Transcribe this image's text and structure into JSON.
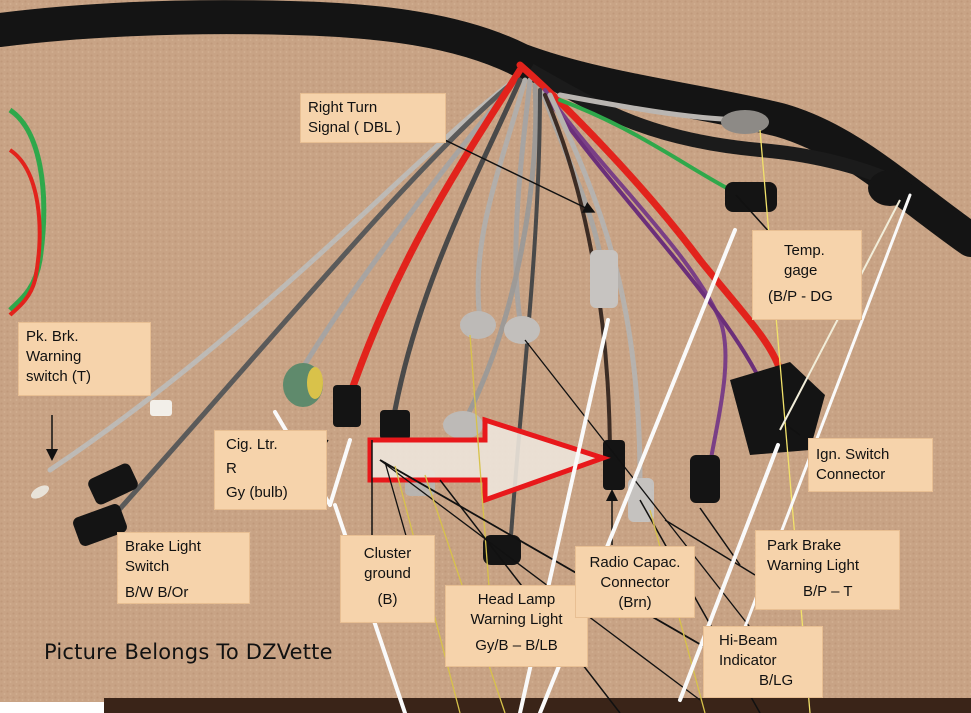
{
  "photo": {
    "subject": "wiring harness on carpet",
    "colors": {
      "carpet": "#c9a586",
      "carpet_dark": "#b28a6b",
      "harness": "#141414",
      "wire_red": "#e2231c",
      "wire_gray": "#a7a4a2",
      "wire_purple": "#7a3f86",
      "wire_green": "#2fa84b",
      "callout_fill": "#f6d3ab",
      "arrow_red": "#e8181b",
      "frame_dark": "#3a2418"
    }
  },
  "labels": {
    "right_turn": [
      "Right Turn",
      "Signal ( DBL )"
    ],
    "temp_gage": [
      "Temp.",
      "gage",
      "(B/P - DG"
    ],
    "pk_brk": [
      "Pk. Brk.",
      "Warning",
      "switch (T)"
    ],
    "cig_ltr": [
      "Cig. Ltr.",
      "R",
      "Gy (bulb)"
    ],
    "ign_switch": [
      "Ign. Switch",
      "Connector"
    ],
    "brake_light": [
      "Brake Light",
      "Switch",
      "B/W   B/Or"
    ],
    "cluster_ground": [
      "Cluster",
      "ground",
      "(B)"
    ],
    "head_lamp": [
      "Head Lamp",
      "Warning Light",
      "Gy/B – B/LB"
    ],
    "radio_capac": [
      "Radio Capac.",
      "Connector",
      "(Brn)"
    ],
    "park_brake": [
      "Park Brake",
      "Warning Light",
      "B/P – T"
    ],
    "hi_beam": [
      "Hi-Beam",
      "Indicator",
      "B/LG"
    ]
  },
  "credit": "Picture Belongs To DZVette"
}
